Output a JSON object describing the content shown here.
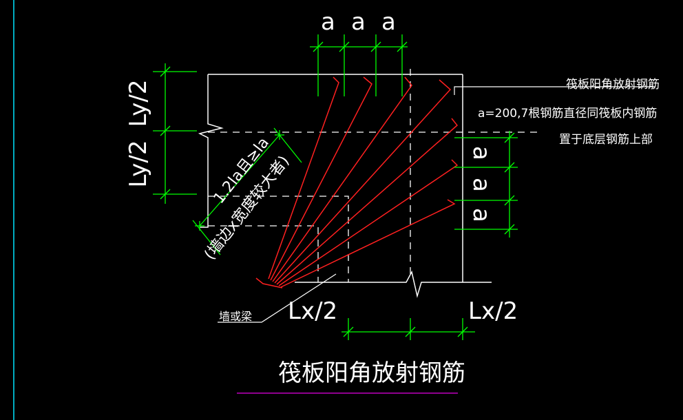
{
  "drawing": {
    "dims": {
      "top_a1": "a",
      "top_a2": "a",
      "top_a3": "a",
      "right_a1": "a",
      "right_a2": "a",
      "right_a3": "a",
      "left_ly_upper": "Ly/2",
      "left_ly_lower": "Ly/2",
      "lx_left": "Lx/2",
      "lx_right": "Lx/2",
      "anchor_line1": "1.2la且≥la",
      "anchor_line2": "(墙边x宽度较大者)"
    },
    "notes": {
      "note_title": "筏板阳角放射钢筋",
      "note_line1": "a=200,7根钢筋直径同筏板内钢筋",
      "note_line2": "置于底层钢筋上部"
    },
    "wall_label": "墙或梁",
    "title": "筏板阳角放射钢筋",
    "colors": {
      "background": "#000000",
      "outline": "#ffffff",
      "rebar": "#ff2020",
      "dimension": "#00ff00",
      "frame": "#00e5ff",
      "underline": "#c000c0"
    }
  }
}
